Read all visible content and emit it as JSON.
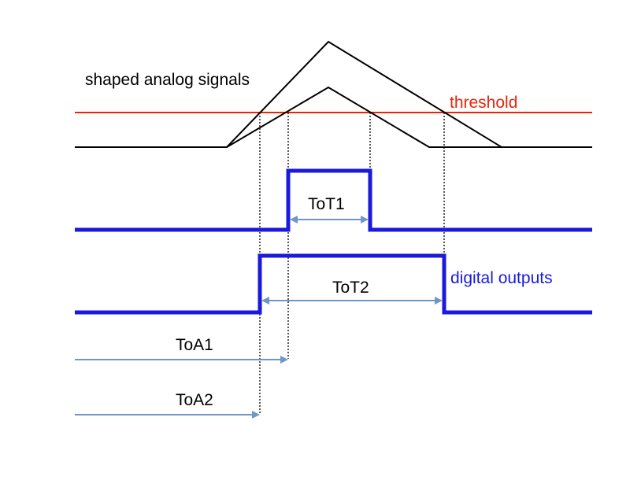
{
  "labels": {
    "analog": "shaped analog signals",
    "threshold": "threshold",
    "digital": "digital outputs",
    "tot1": "ToT1",
    "tot2": "ToT2",
    "toa1": "ToA1",
    "toa2": "ToA2"
  },
  "colors": {
    "signal": "#000000",
    "threshold": "#e8240c",
    "digital": "#1a1adf",
    "arrow": "#6f96c4",
    "guide": "#000000",
    "text_dark": "#000000",
    "text_blue": "#1a1adf"
  }
}
